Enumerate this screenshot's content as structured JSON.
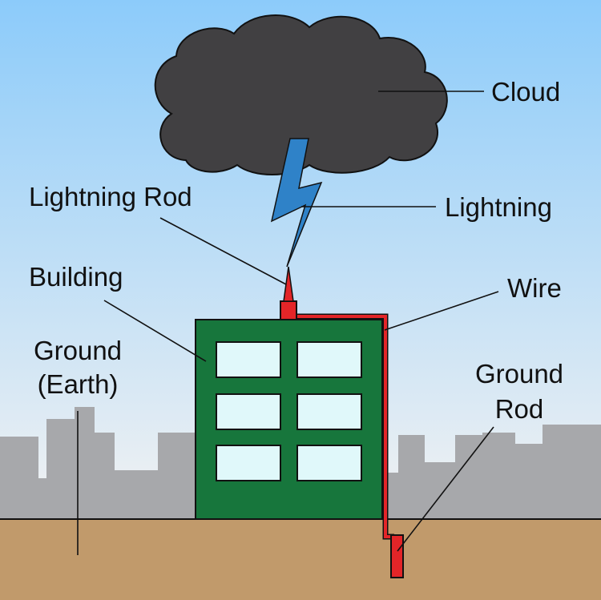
{
  "colors": {
    "sky_top": "#8ccbfa",
    "sky_bottom": "#f2f2f2",
    "skyline": "#a7a8ab",
    "ground": "#c19a6b",
    "cloud": "#414042",
    "lightning": "#2f82c8",
    "building": "#17763c",
    "window": "#e0f8fa",
    "rod": "#e32528",
    "wire": "#e32528",
    "outline": "#111111"
  },
  "labels": {
    "cloud": "Cloud",
    "lightning_rod": "Lightning Rod",
    "lightning": "Lightning",
    "building": "Building",
    "wire": "Wire",
    "ground_earth_line1": "Ground",
    "ground_earth_line2": "(Earth)",
    "ground_rod_line1": "Ground",
    "ground_rod_line2": "Rod"
  },
  "icons": {
    "cloud": "cloud-icon",
    "lightning": "lightning-bolt-icon",
    "building": "building-icon",
    "rod": "lightning-rod-icon",
    "ground_rod": "ground-rod-icon"
  }
}
